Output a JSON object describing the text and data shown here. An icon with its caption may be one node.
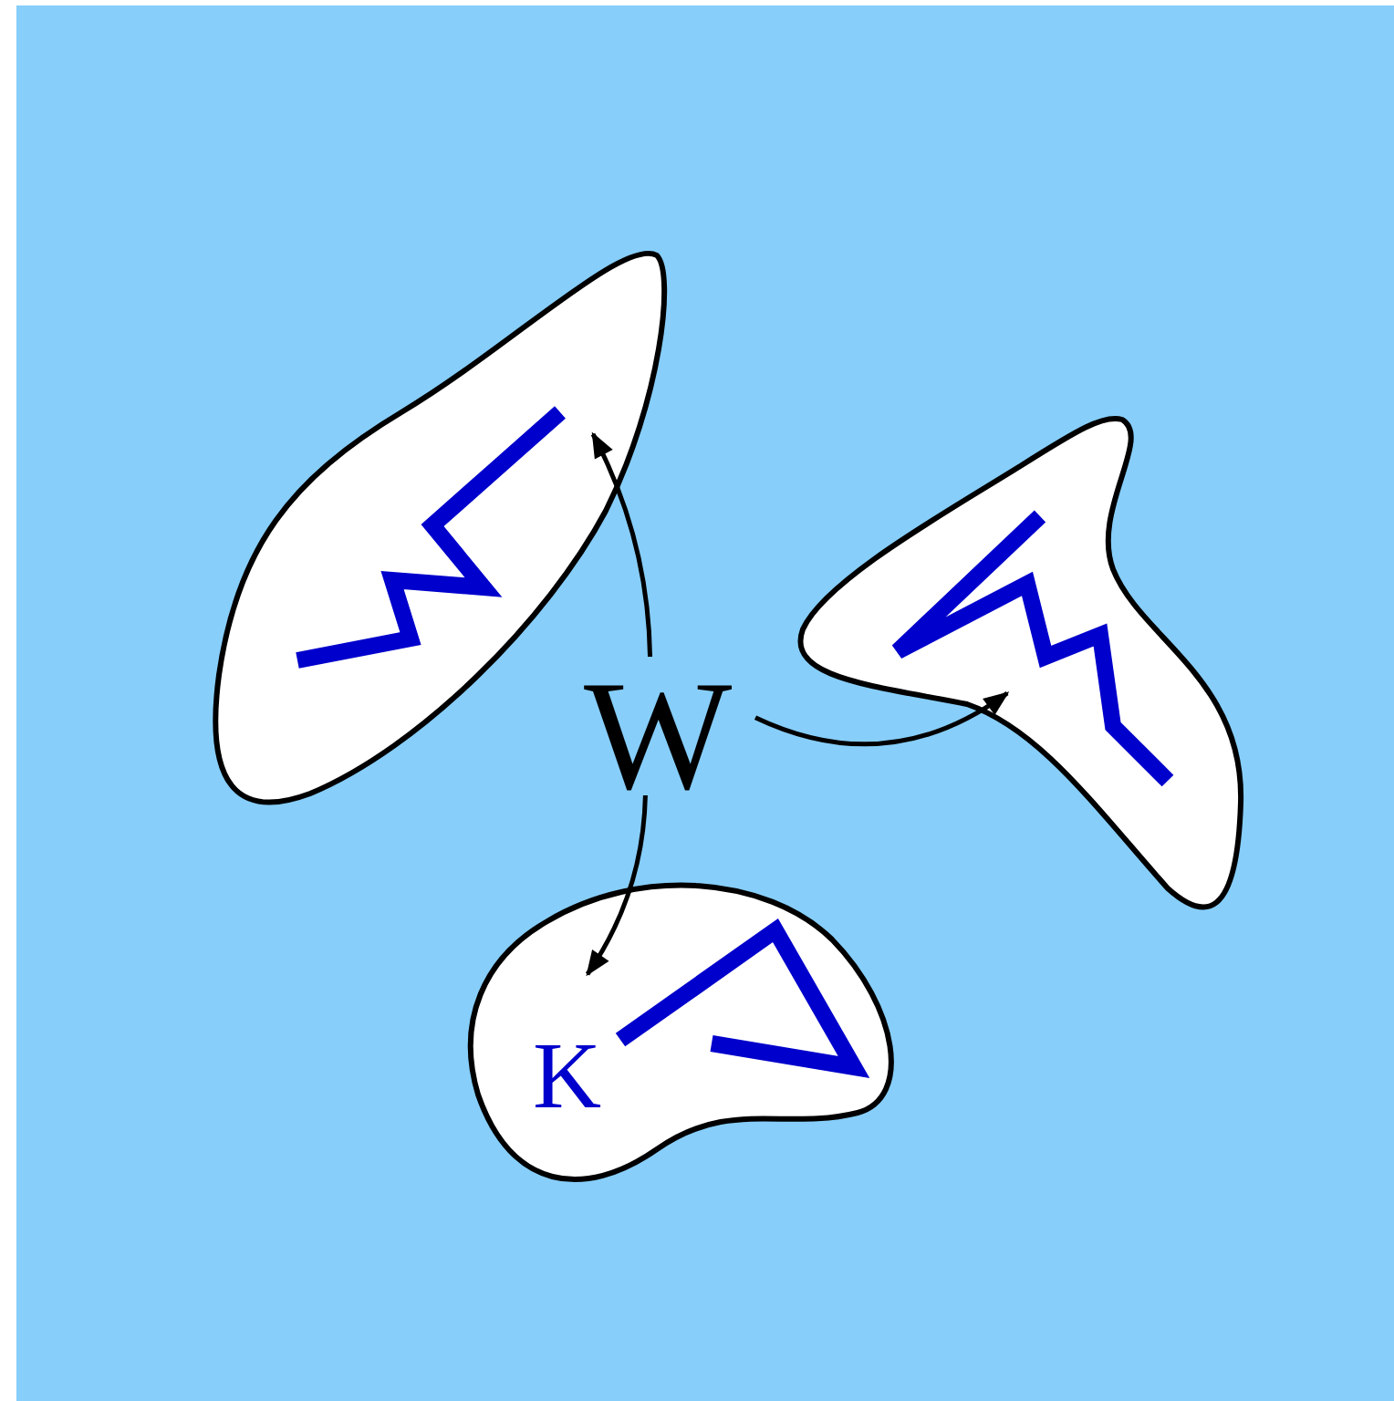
{
  "diagram": {
    "nodes": [
      {
        "text": [
          "W"
        ]
      },
      {
        "text": [],
        "shape": "blob"
      },
      {
        "text": [],
        "shape": "blob"
      },
      {
        "text": [
          "K"
        ]
      }
    ],
    "edges": [
      {
        "from": 0,
        "to": 1,
        "arrow": "to"
      },
      {
        "from": 0,
        "to": 2,
        "arrow": "to"
      },
      {
        "from": 0,
        "to": 3,
        "arrow": "to"
      }
    ]
  }
}
